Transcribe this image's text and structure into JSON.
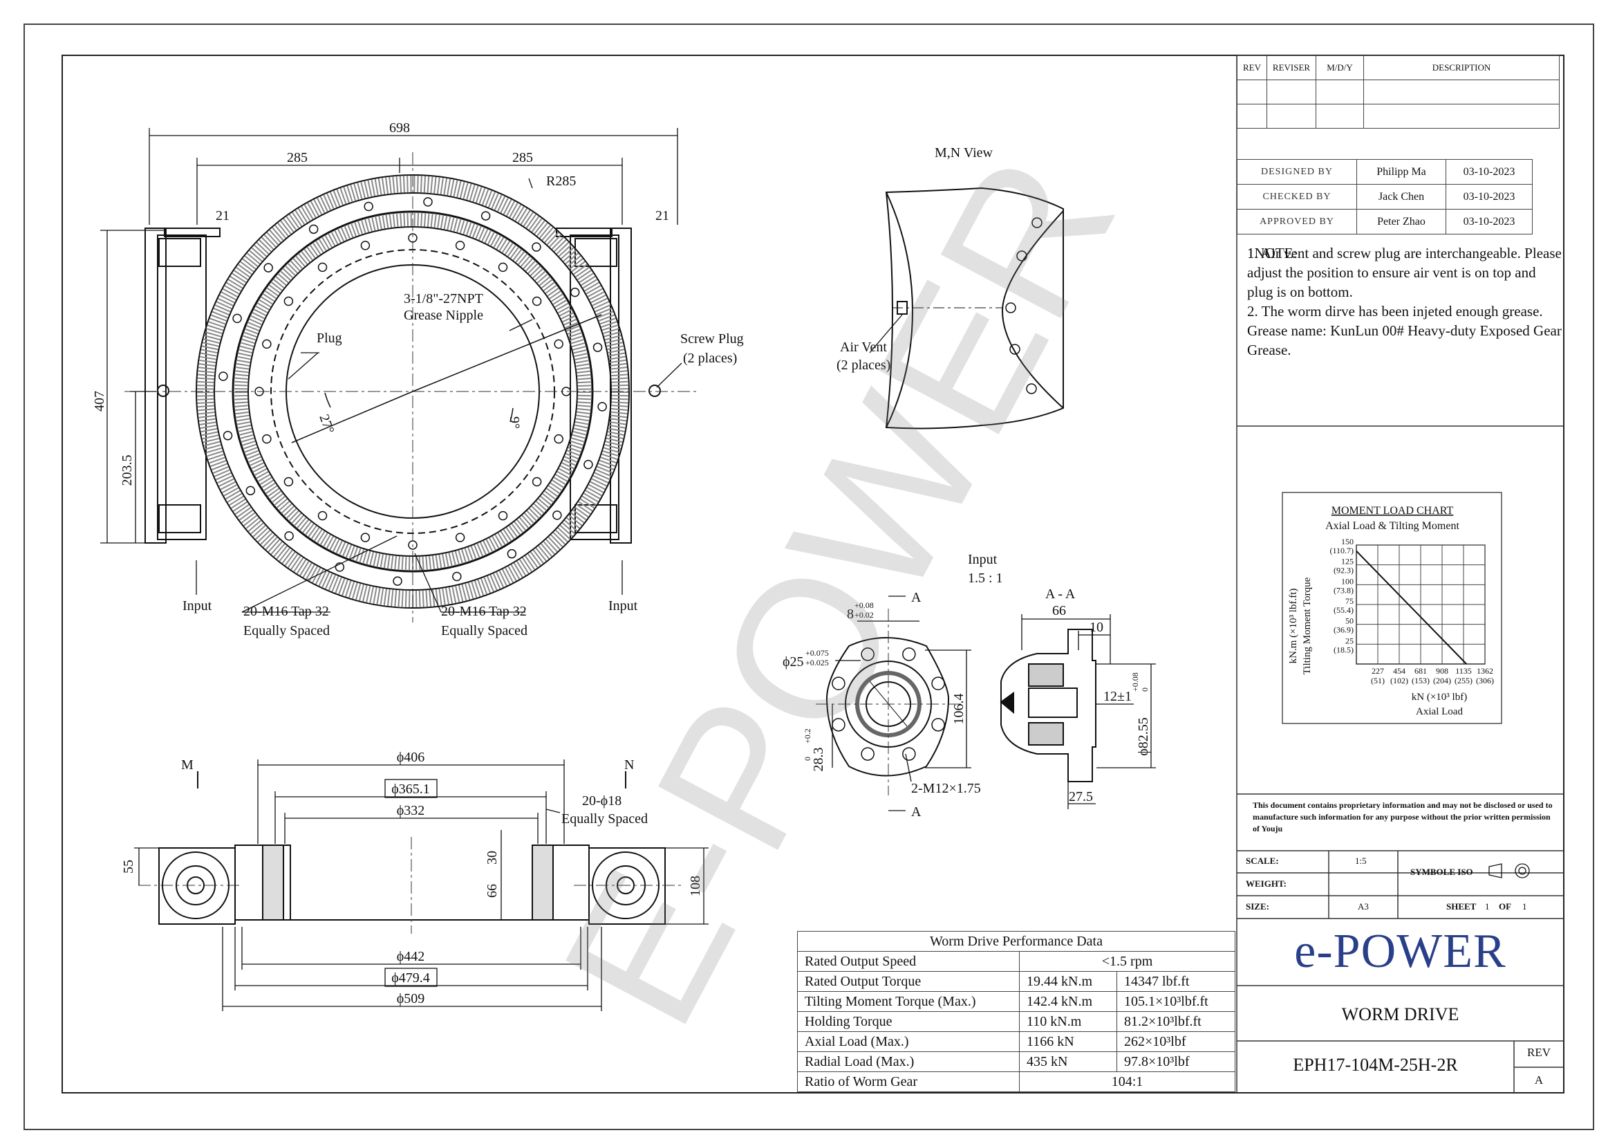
{
  "title_block": {
    "rev_table": {
      "headers": [
        "REV",
        "REVISER",
        "M/D/Y",
        "DESCRIPTION"
      ]
    },
    "signoffs": [
      {
        "label": "DESIGNED BY",
        "name": "Philipp Ma",
        "date": "03-10-2023"
      },
      {
        "label": "CHECKED BY",
        "name": "Jack Chen",
        "date": "03-10-2023"
      },
      {
        "label": "APPROVED BY",
        "name": "Peter Zhao",
        "date": "03-10-2023"
      }
    ],
    "notes": [
      "1NOTE:",
      "1. Air vent and screw plug are interchangeable. Please adjust the position to ensure air vent is on top and plug is on bottom.",
      "2. The worm dirve has been injeted enough grease.",
      "Grease name: KunLun 00# Heavy-duty Exposed Gear Grease."
    ],
    "proprietary": "This document contains proprietary information and may not be disclosed or used to manufacture such information for any purpose without the prior written permission of Youju",
    "scale_label": "SCALE:",
    "scale_value": "1:5",
    "symbol_label": "SYMBOLE ISO",
    "weight_label": "WEIGHT:",
    "size_label": "SIZE:",
    "size_value": "A3",
    "sheet_label": "SHEET",
    "sheet_num": "1",
    "of_label": "OF",
    "sheet_total": "1",
    "logo": "e-POWER",
    "product_name": "WORM DRIVE",
    "part_number": "EPH17-104M-25H-2R",
    "rev_label": "REV",
    "rev_value": "A"
  },
  "watermark": "E-POWER",
  "front_view": {
    "dim_698": "698",
    "dim_285_left": "285",
    "dim_285_right": "285",
    "dim_r285": "R285",
    "dim_21_left": "21",
    "dim_21_right": "21",
    "dim_407": "407",
    "dim_203_5": "203.5",
    "angle_27": "27°",
    "angle_9": "9°",
    "label_plug": "Plug",
    "label_grease_1": "3-1/8\"-27NPT",
    "label_grease_2": "Grease Nipple",
    "label_screw_plug_1": "Screw Plug",
    "label_screw_plug_2": "(2 places)",
    "label_input_left": "Input",
    "label_input_right": "Input",
    "label_tap_left_1": "20-M16 Tap 32",
    "label_tap_left_2": "Equally Spaced",
    "label_tap_right_1": "20-M16 Tap 32",
    "label_tap_right_2": "Equally Spaced"
  },
  "mn_view": {
    "title": "M,N View",
    "label_air_vent_1": "Air Vent",
    "label_air_vent_2": "(2 places)"
  },
  "section_view": {
    "label_m": "M",
    "label_n": "N",
    "dim_406": "ϕ406",
    "dim_365": "ϕ365.1",
    "dim_332": "ϕ332",
    "dim_holes_1": "20-ϕ18",
    "dim_holes_2": "Equally Spaced",
    "dim_55": "55",
    "dim_30": "30",
    "dim_66": "66",
    "dim_108": "108",
    "dim_442": "ϕ442",
    "dim_479": "ϕ479.4",
    "dim_509": "ϕ509"
  },
  "input_view": {
    "title_1": "Input",
    "title_2": "1.5 : 1",
    "label_a_top": "A",
    "label_a_bottom": "A",
    "dim_8": "8",
    "dim_8_tol_up": "+0.08",
    "dim_8_tol_low": "+0.02",
    "dim_25": "ϕ25",
    "dim_25_tol_up": "+0.075",
    "dim_25_tol_low": "+0.025",
    "dim_28": "28.3",
    "dim_28_tol_up": "+0.2",
    "dim_28_tol_low": "0",
    "dim_106": "106.4",
    "dim_m12": "2-M12×1.75"
  },
  "section_aa": {
    "title": "A - A",
    "dim_66": "66",
    "dim_10": "10",
    "dim_12": "12±1",
    "dim_82": "ϕ82.55",
    "dim_82_tol_up": "+0.08",
    "dim_82_tol_low": "0",
    "dim_27_5": "27.5"
  },
  "performance": {
    "title": "Worm Drive Performance Data",
    "rows": [
      {
        "label": "Rated Output Speed",
        "v1": "<1.5 rpm",
        "v2": ""
      },
      {
        "label": "Rated Output Torque",
        "v1": "19.44 kN.m",
        "v2": "14347 lbf.ft"
      },
      {
        "label": "Tilting Moment Torque  (Max.)",
        "v1": "142.4 kN.m",
        "v2": "105.1×10³lbf.ft"
      },
      {
        "label": "Holding Torque",
        "v1": "110 kN.m",
        "v2": "81.2×10³lbf.ft"
      },
      {
        "label": "Axial Load  (Max.)",
        "v1": "1166 kN",
        "v2": "262×10³lbf"
      },
      {
        "label": "Radial Load  (Max.)",
        "v1": "435 kN",
        "v2": "97.8×10³lbf"
      },
      {
        "label": "Ratio of Worm Gear",
        "v1": "104:1",
        "v2": ""
      }
    ]
  },
  "chart_data": {
    "type": "line",
    "title": "MOMENT LOAD CHART",
    "subtitle": "Axial Load & Tilting Moment",
    "xlabel": "kN  (×10³ lbf)",
    "xlabel2": "Axial Load",
    "ylabel": "kN.m  (×10³ lbf.ft)",
    "ylabel2": "Tilting Moment Torque",
    "x_ticks": [
      "227",
      "454",
      "681",
      "908",
      "1135",
      "1362"
    ],
    "x_ticks_alt": [
      "(51)",
      "(102)",
      "(153)",
      "(204)",
      "(255)",
      "(306)"
    ],
    "y_ticks": [
      "150",
      "125",
      "100",
      "75",
      "50",
      "25"
    ],
    "y_ticks_alt": [
      "(110.7)",
      "(92.3)",
      "(73.8)",
      "(55.4)",
      "(36.9)",
      "(18.5)"
    ],
    "xlim": [
      0,
      1362
    ],
    "ylim": [
      0,
      150
    ],
    "grid": true,
    "x": [
      0,
      1166
    ],
    "y": [
      142.4,
      0
    ]
  }
}
